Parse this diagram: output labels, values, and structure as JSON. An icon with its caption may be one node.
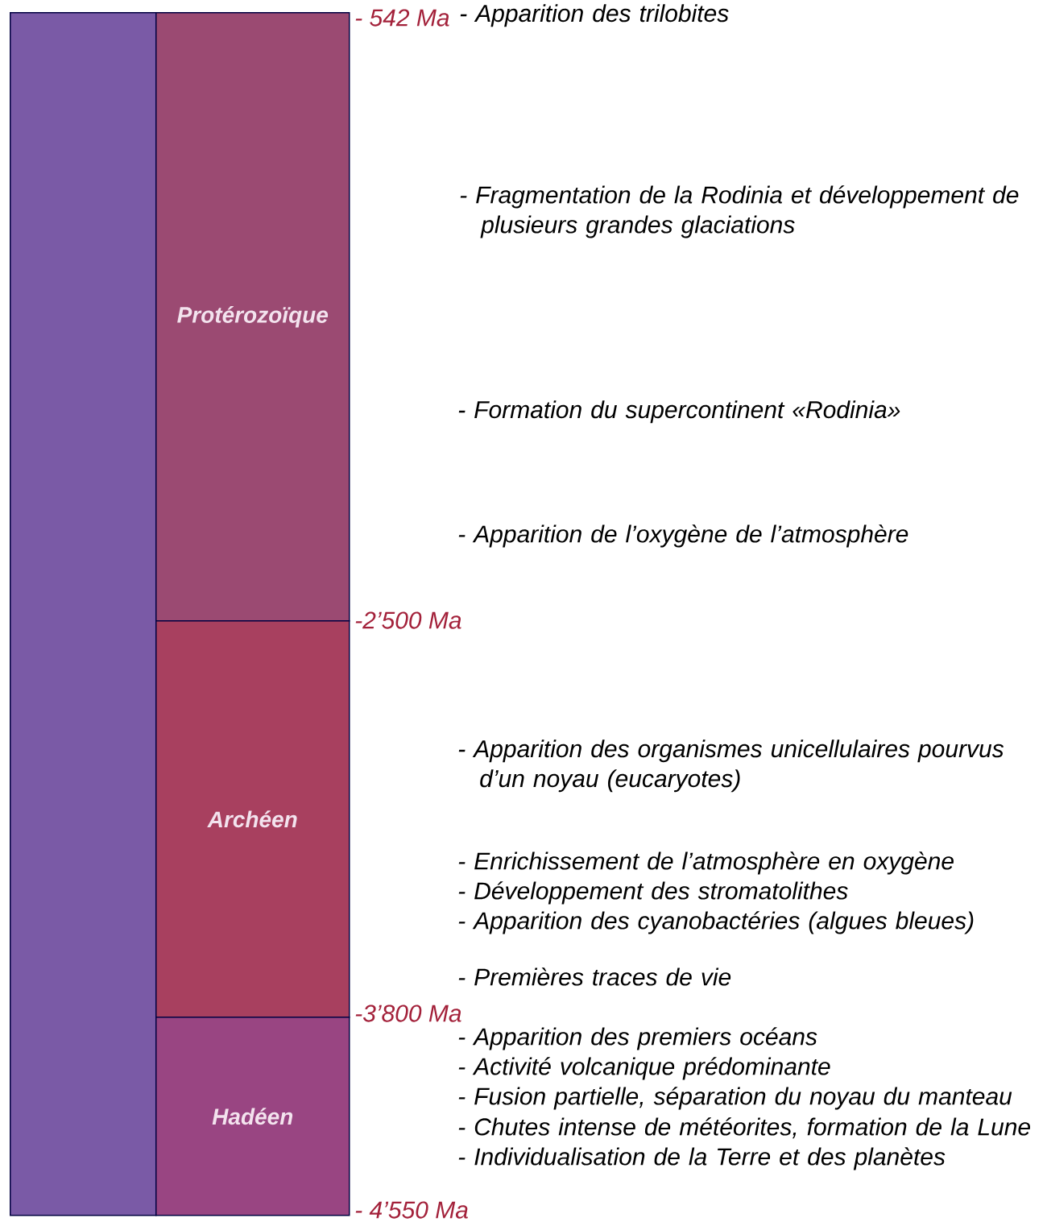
{
  "diagram": {
    "nodes": [
      {
        "text": [],
        "shape": "bar"
      },
      {
        "text": [
          "Protérozoïque"
        ]
      },
      {
        "text": [
          "Archéen"
        ]
      },
      {
        "text": [
          "Hadéen"
        ]
      }
    ],
    "labels": [
      "- 542 Ma",
      "- Apparition des trilobites",
      "- Fragmentation de la Rodinia et développement de plusieurs grandes glaciations",
      "- Formation du supercontinent «Rodinia»",
      "- Apparition de l’oxygène de l’atmosphère",
      "-2’500 Ma",
      "- Apparition des organismes unicellulaires pourvus d’un noyau (eucaryotes)",
      "- Enrichissement de l’atmosphère en oxygène",
      "- Développement des stromatolithes",
      "- Apparition des cyanobactéries (algues bleues)",
      "- Premières traces de vie",
      "-3’800 Ma",
      "- Apparition des premiers océans",
      "- Activité volcanique prédominante",
      "- Fusion partielle, séparation du noyau du manteau",
      "- Chutes intense de météorites, formation de la Lune",
      "- Individualisation de la Terre et des planètes",
      "- 4’550 Ma"
    ]
  }
}
